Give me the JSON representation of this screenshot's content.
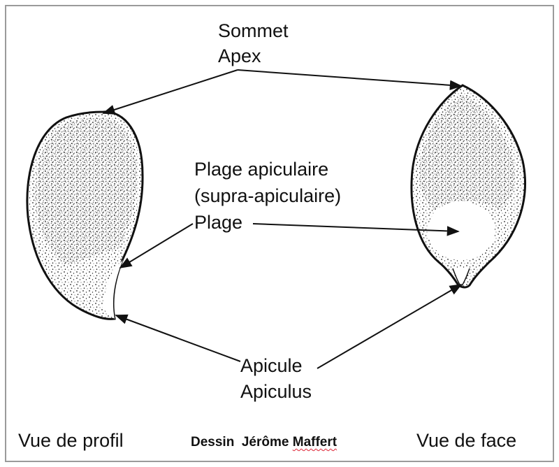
{
  "labels": {
    "sommet": "Sommet",
    "apex": "Apex",
    "plage_apiculaire": "Plage apiculaire",
    "supra_apiculaire": "(supra-apiculaire)",
    "plage": "Plage",
    "apicule": "Apicule",
    "apiculus": "Apiculus",
    "vue_profil": "Vue de profil",
    "vue_face": "Vue de face"
  },
  "credit": {
    "prefix": "Dessin  Jérôme ",
    "name": "Maffert"
  },
  "colors": {
    "border": "#9a9a9a",
    "ink": "#111111",
    "spelling_underline": "#d22233"
  }
}
